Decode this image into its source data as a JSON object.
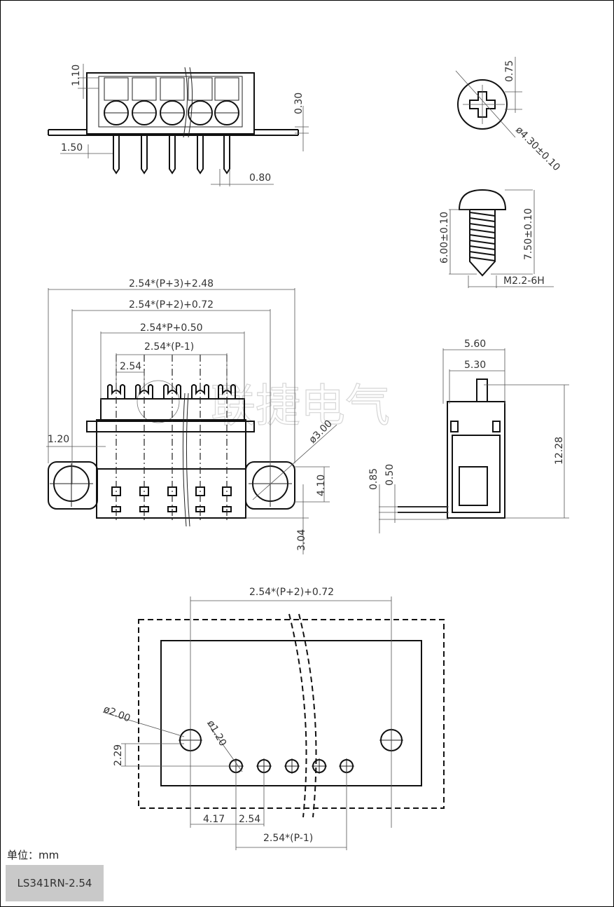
{
  "watermark": "联捷电气",
  "top_view": {
    "dim_height_1": "1.10",
    "dim_height_2": "0.30",
    "dim_pin_offset": "1.50",
    "dim_pin_width": "0.80"
  },
  "screw_head": {
    "dim_slot": "0.75",
    "dim_diameter": "ø4.30±0.10"
  },
  "screw_side": {
    "dim_thread_len": "6.00±0.10",
    "dim_total_len": "7.50±0.10",
    "thread": "M2.2-6H"
  },
  "front_view": {
    "dim_overall": "2.54*(P+3)+2.48",
    "dim_hole_span": "2.54*(P+2)+0.72",
    "dim_body": "2.54*P+0.50",
    "dim_pin_span": "2.54*(P-1)",
    "dim_pitch": "2.54",
    "dim_side": "1.20",
    "dim_hole_dia": "ø3.00",
    "dim_hole_height": "4.10",
    "dim_pin_depth": "3.04"
  },
  "side_view": {
    "dim_w1": "5.60",
    "dim_w2": "5.30",
    "dim_height": "12.28",
    "dim_a": "0.85",
    "dim_b": "0.50"
  },
  "pcb_layout": {
    "dim_hole_span": "2.54*(P+2)+0.72",
    "dim_mount_hole": "ø2.00",
    "dim_pin_hole": "ø1.20",
    "dim_offset_y": "2.29",
    "dim_offset_x": "4.17",
    "dim_pitch": "2.54",
    "dim_pin_span": "2.54*(P-1)"
  },
  "footer": {
    "unit_label": "单位：mm",
    "model": "LS341RN-2.54"
  }
}
